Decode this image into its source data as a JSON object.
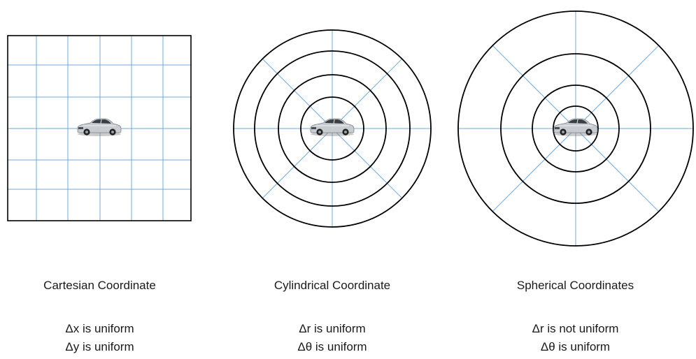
{
  "panels": [
    {
      "kind": "cartesian",
      "title": "Cartesian Coordinate",
      "lines": [
        "Δx is uniform",
        "Δy is uniform"
      ]
    },
    {
      "kind": "cylindrical",
      "title": "Cylindrical Coordinate",
      "lines": [
        "Δr is uniform",
        "Δθ is uniform"
      ]
    },
    {
      "kind": "spherical",
      "title": "Spherical Coordinates",
      "lines": [
        "Δr is not uniform",
        "Δθ is uniform"
      ]
    }
  ],
  "colors": {
    "grid": "#6fa8dc",
    "outline": "#000000",
    "car_body": "#c8ccd0",
    "car_window": "#3a3f45"
  },
  "icons": [
    "car-icon"
  ]
}
